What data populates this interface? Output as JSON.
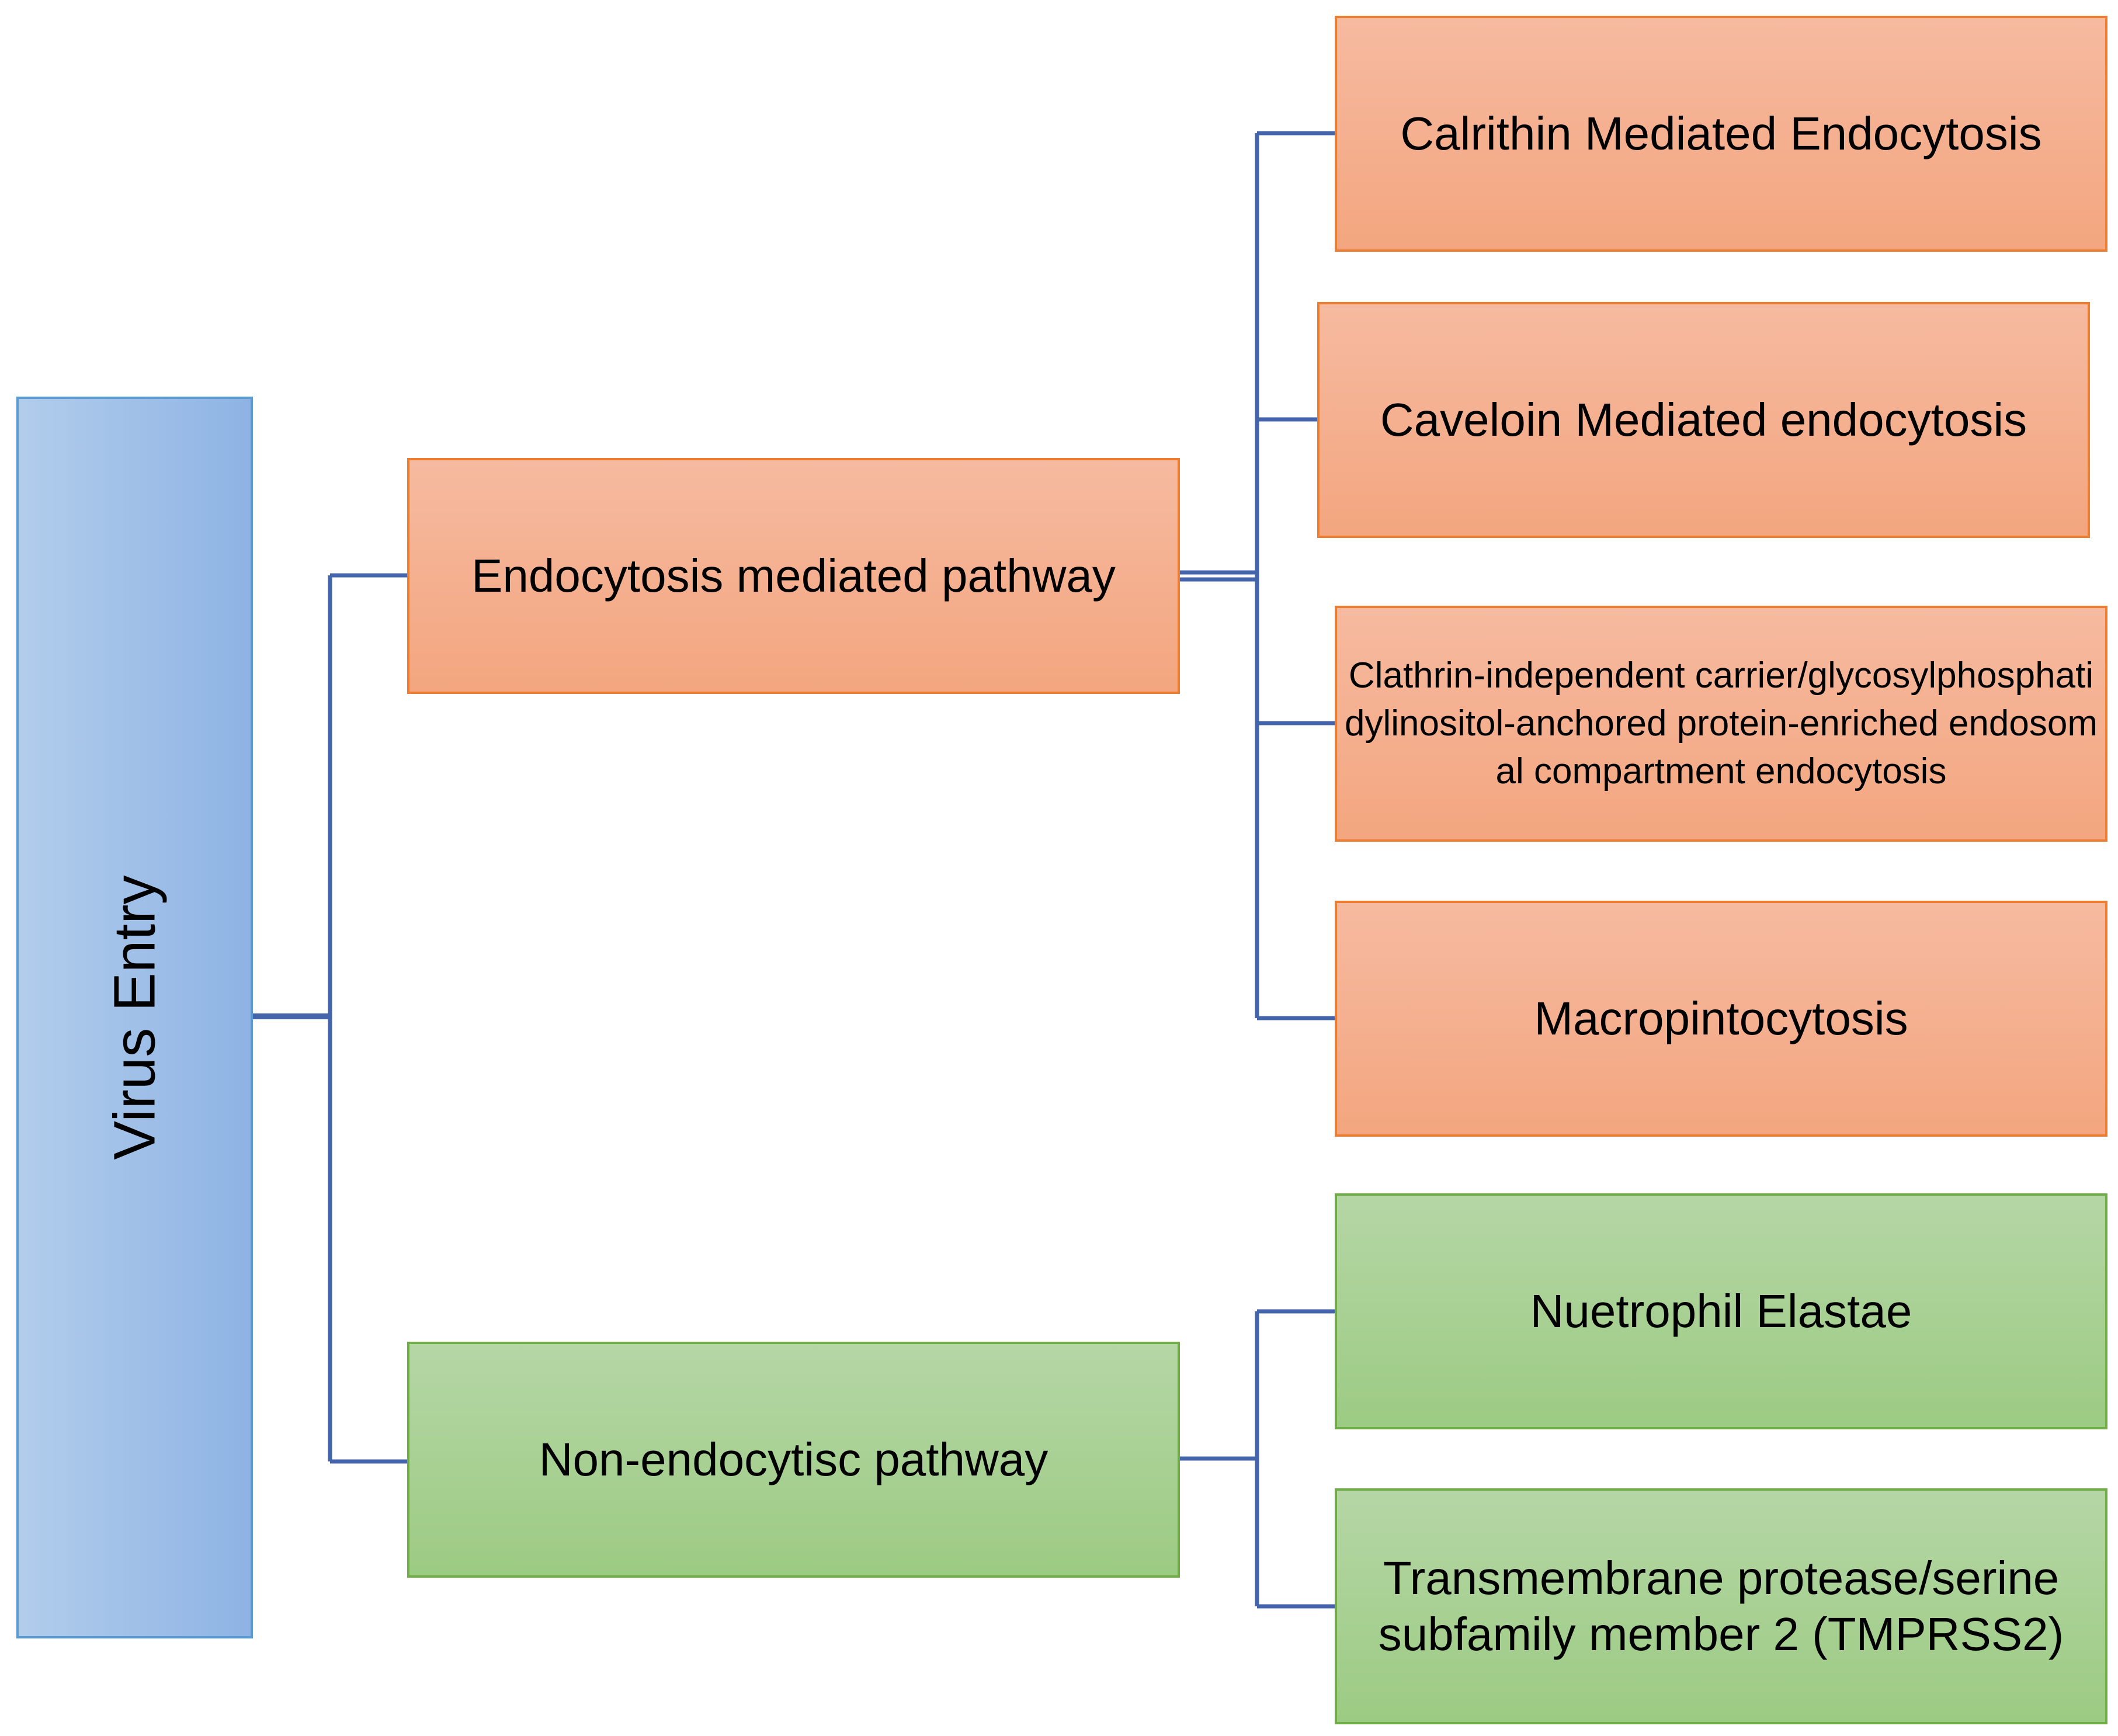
{
  "root": {
    "label": "Virus Entry"
  },
  "endocytosis": {
    "label": "Endocytosis mediated pathway",
    "children": [
      {
        "label": "Calrithin Mediated Endocytosis"
      },
      {
        "label": "Caveloin Mediated endocytosis"
      },
      {
        "label": "Clathrin-independent carrier/glycosylphosphatidylinositol-anchored protein-enriched endosomal compartment endocytosis"
      },
      {
        "label": "Macropintocytosis"
      }
    ]
  },
  "non_endocytic": {
    "label": "Non-endocytisc pathway",
    "children": [
      {
        "label": "Nuetrophil Elastae"
      },
      {
        "label": "Transmembrane protease/serine subfamily member 2 (TMPRSS2)"
      }
    ]
  },
  "colors": {
    "connector": "#4464AB",
    "endocytosis_fill": "#F4AE8C",
    "endocytosis_border": "#ED7D31",
    "non_endocytic_fill": "#A9D196",
    "non_endocytic_border": "#70AD47",
    "root_fill": "#A0BFE8",
    "root_border": "#5B9BD5"
  }
}
